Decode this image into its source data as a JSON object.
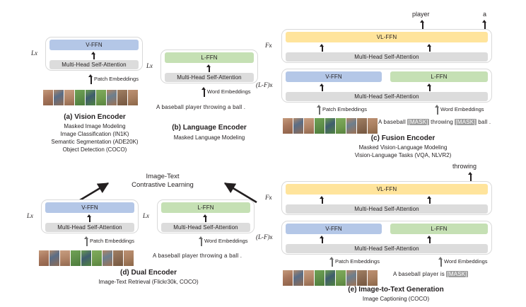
{
  "figure": {
    "type": "diagram",
    "title": "Vision-Language model architecture variants",
    "colors": {
      "v_ffn": "#b4c7e7",
      "l_ffn": "#c5e0b4",
      "vl_ffn": "#ffe49c",
      "mhsa": "#dcdcdc",
      "box_border": "#d9d9d9",
      "text": "#231f20"
    }
  },
  "blocks": {
    "v_ffn": "V-FFN",
    "l_ffn": "L-FFN",
    "vl_ffn": "VL-FFN",
    "mhsa": "Multi-Head Self-Attention"
  },
  "repeat_labels": {
    "lx": "Lx",
    "fx": "Fx",
    "lfx": "(L-F)x"
  },
  "embeddings": {
    "patch": "Patch Embeddings",
    "word": "Word Embeddings"
  },
  "sentences": {
    "plain": "A baseball player throwing a ball .",
    "plain_tokens": [
      "A",
      "baseball",
      "player",
      "throwing",
      "a",
      "ball",
      "."
    ],
    "masked_fusion_tokens": [
      "A",
      "baseball",
      "[MASK]",
      "throwing",
      "[MASK]",
      "ball",
      "."
    ],
    "masked_generation_tokens": [
      "A",
      "baseball",
      "player",
      "is",
      "[MASK]"
    ]
  },
  "panels": {
    "a": {
      "title": "(a) Vision Encoder",
      "subtitles": [
        "Masked Image Modeling",
        "Image Classification (IN1K)",
        "Semantic Segmentation (ADE20K)",
        "Object Detection (COCO)"
      ]
    },
    "b": {
      "title": "(b) Language Encoder",
      "subtitles": [
        "Masked Language Modeling"
      ]
    },
    "c": {
      "title": "(c) Fusion Encoder",
      "subtitles": [
        "Masked Vision-Language Modeling",
        "Vision-Language Tasks (VQA, NLVR2)"
      ],
      "output_tokens": [
        "player",
        "a"
      ]
    },
    "d": {
      "title": "(d) Dual Encoder",
      "subtitles": [
        "Image-Text Retrieval (Flickr30k, COCO)"
      ],
      "objective": [
        "Image-Text",
        "Contrastive Learning"
      ]
    },
    "e": {
      "title": "(e) Image-to-Text Generation",
      "subtitles": [
        "Image Captioning (COCO)"
      ],
      "output_tokens": [
        "throwing"
      ]
    }
  },
  "image_strip": {
    "description": "baseball-player-image-patches",
    "patch_count": 9,
    "patch_colors": [
      "#a9785e",
      "#8e6b56",
      "#b08366",
      "#5f8f4a",
      "#4f8240",
      "#6f9a4e",
      "#9d7255",
      "#8a6a52",
      "#a97f60"
    ]
  }
}
